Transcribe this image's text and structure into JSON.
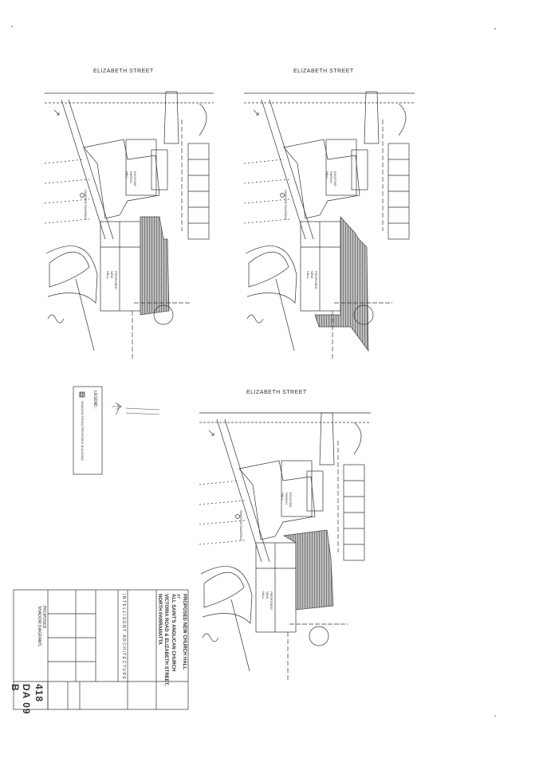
{
  "street_labels": [
    "ELIZABETH STREET",
    "ELIZABETH STREET",
    "ELIZABETH STREET"
  ],
  "legend": {
    "title": "LEGEND :",
    "item": "SHADOW FROM PROPOSED BUILDING"
  },
  "building_labels": {
    "existing": "EXISTING\nPARISH\nHALL",
    "proposed": "PROPOSED\nNEW\nHALL"
  },
  "shadow_label": "SHADOW DIAGRAM",
  "title_block": {
    "project": "PROPOSED NEW CHURCH HALL",
    "at": "AT",
    "church": "ALL SAINT'S ANGLICAN CHURCH",
    "address": "VICTORIA ROAD & ELIZABETH STREET,",
    "suburb": "NORTH PARRAMATTA",
    "firm": "INTELLIGENT ARCHITECTURE",
    "drawing_title_1": "PROPOSED",
    "drawing_title_2": "SHADOW DIAGRAMS",
    "job_no": "418",
    "drawing_no": "DA 09",
    "revision": "B"
  }
}
